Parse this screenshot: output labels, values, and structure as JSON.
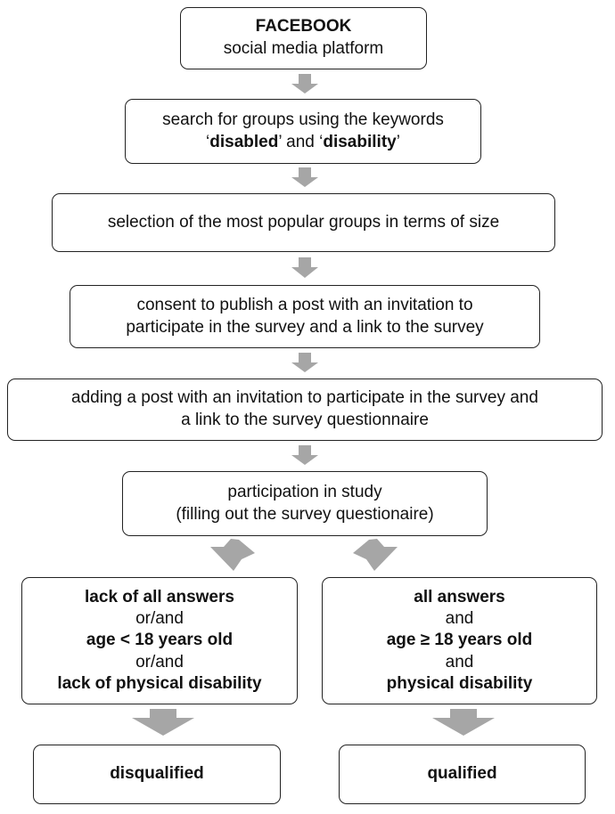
{
  "nodes": {
    "platform": {
      "title": "FACEBOOK",
      "subtitle": "social media platform"
    },
    "search": {
      "line1": "search for groups using the keywords",
      "q1": "‘",
      "kw1": "disabled",
      "mid": "’ and ‘",
      "kw2": "disability",
      "q2": "’"
    },
    "selection": {
      "text": "selection of the most popular groups in terms of size"
    },
    "consent": {
      "line1": "consent to publish a post with an invitation to",
      "line2": "participate in the survey and a link to the survey"
    },
    "adding": {
      "line1": "adding a post with an invitation to participate in the survey and",
      "line2": "a link to the survey questionnaire"
    },
    "participation": {
      "line1": "participation in study",
      "line2": "(filling out the survey questionaire)"
    },
    "exclusion": {
      "l1": "lack of all answers",
      "l2": "or/and",
      "l3": "age < 18 years old",
      "l4": "or/and",
      "l5": "lack of physical disability"
    },
    "inclusion": {
      "l1": "all answers",
      "l2": "and",
      "l3": "age ≥ 18 years old",
      "l4": "and",
      "l5": "physical disability"
    },
    "disqualified": {
      "text": "disqualified"
    },
    "qualified": {
      "text": "qualified"
    }
  },
  "colors": {
    "arrow": "#a6a6a6",
    "border": "#222222"
  }
}
